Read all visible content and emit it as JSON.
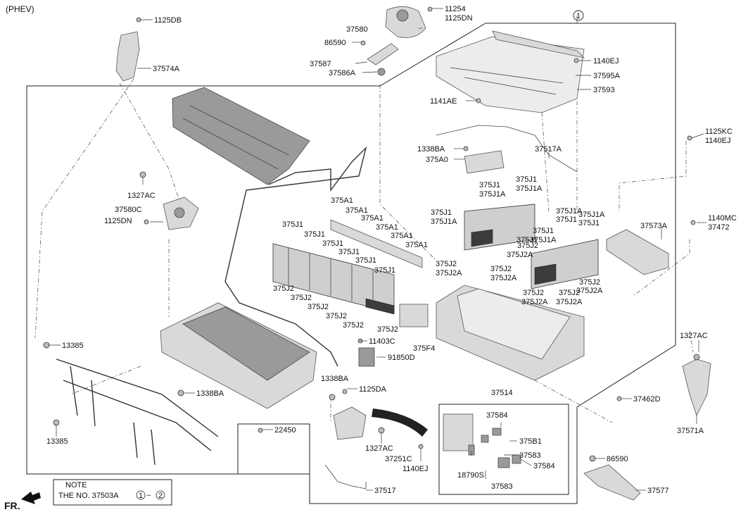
{
  "variant": "(PHEV)",
  "callout_number": "1",
  "note": {
    "title": "NOTE",
    "prefix": "THE NO. 37503A",
    "range_start": "1",
    "range_sep": "~",
    "range_end": "2"
  },
  "direction_label": "FR.",
  "labels": {
    "p1125DB": "1125DB",
    "p37574A": "37574A",
    "p11254": "11254",
    "p1125DN_top": "1125DN",
    "p37580": "37580",
    "p86590_top": "86590",
    "p37587": "37587",
    "p37586A": "37586A",
    "p1140EJ_top": "1140EJ",
    "p37595A": "37595A",
    "p37593": "37593",
    "p1141AE": "1141AE",
    "p1125KC": "1125KC",
    "p1140EJ_right": "1140EJ",
    "p1338BA_top": "1338BA",
    "p37517A": "37517A",
    "p375A0": "375A0",
    "p375J1_m1": "375J1",
    "p375J1A_m1": "375J1A",
    "p375J1_m2": "375J1",
    "p375J1A_m2": "375J1A",
    "p1327AC_left": "1327AC",
    "p37580C": "37580C",
    "p1125DN_left": "1125DN",
    "p375A1_a": "375A1",
    "p375A1_b": "375A1",
    "p375A1_c": "375A1",
    "p375A1_d": "375A1",
    "p375A1_e": "375A1",
    "p375A1_f": "375A1",
    "p375J1_r1": "375J1",
    "p375J1A_r1": "375J1A",
    "p375J1A_r2": "375J1A",
    "p375J1_r2": "375J1",
    "p375J1A_r3": "375J1A",
    "p375J1_r3": "375J1",
    "p375J1_r4": "375J1",
    "p375J1A_r4": "375J1A",
    "p375J1_r5": "375J1",
    "p375J1_l1": "375J1",
    "p375J1_l2": "375J1",
    "p375J1_l3": "375J1",
    "p375J1_l4": "375J1",
    "p375J1_l5": "375J1",
    "p375J1_l6": "375J1",
    "p1140MC": "1140MC",
    "p37472": "37472",
    "p37573A": "37573A",
    "p375J2_c1": "375J2",
    "p375J2A_c1": "375J2A",
    "p375J2_c2": "375J2",
    "p375J2A_c2": "375J2A",
    "p375J2_c3": "375J2",
    "p375J2A_c3": "375J2A",
    "p375J2_c4": "375J2",
    "p375J2A_c4": "375J2A",
    "p375J2_c5": "375J2",
    "p375J2A_c5": "375J2A",
    "p375J2_c6": "375J2",
    "p375J2A_c6": "375J2A",
    "p375J2_l1": "375J2",
    "p375J2_l2": "375J2",
    "p375J2_l3": "375J2",
    "p375J2_l4": "375J2",
    "p375J2_l5": "375J2",
    "p375J2_l6": "375J2",
    "p11403C": "11403C",
    "p375F4": "375F4",
    "p91850D": "91850D",
    "p13385_top": "13385",
    "p1338BA_left": "1338BA",
    "p13385_bottom": "13385",
    "p1338BA_mid": "1338BA",
    "p1125DA": "1125DA",
    "p22450": "22450",
    "p1327AC_mid": "1327AC",
    "p37251C": "37251C",
    "p1140EJ_mid": "1140EJ",
    "p37517": "37517",
    "p37514": "37514",
    "p37584_a": "37584",
    "p375B1": "375B1",
    "p37583_a": "37583",
    "p37584_b": "37584",
    "p18790S": "18790S",
    "p37583_b": "37583",
    "p1327AC_right": "1327AC",
    "p37462D": "37462D",
    "p37571A": "37571A",
    "p86590_bottom": "86590",
    "p37577": "37577"
  }
}
